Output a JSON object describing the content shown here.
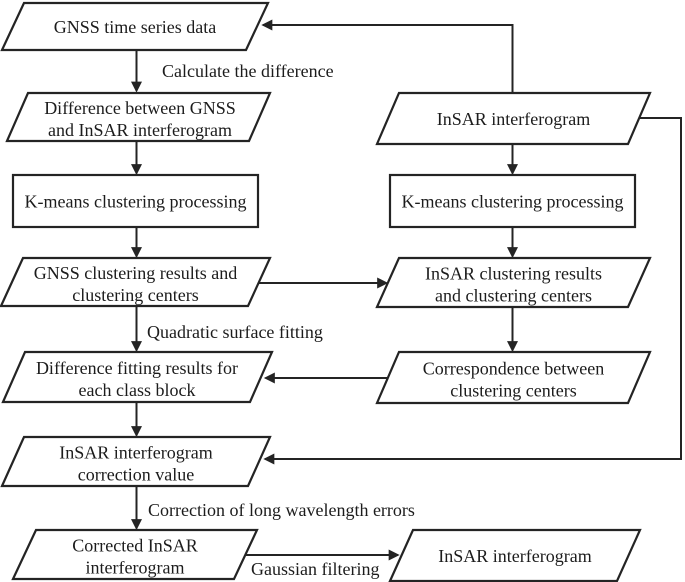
{
  "figure": {
    "background_color": "#ffffff",
    "ink_color": "#242424"
  },
  "nodes": {
    "gnss_time_series_data": {
      "shape": "parallelogram",
      "lines": [
        "GNSS time series data"
      ]
    },
    "difference_gnss_insar": {
      "shape": "parallelogram",
      "lines": [
        "Difference between GNSS",
        "and InSAR interferogram"
      ]
    },
    "kmeans_left": {
      "shape": "rectangle",
      "lines": [
        "K-means clustering processing"
      ]
    },
    "gnss_clustering_results": {
      "shape": "parallelogram",
      "lines": [
        "GNSS clustering results and",
        "clustering centers"
      ]
    },
    "difference_fitting_results": {
      "shape": "parallelogram",
      "lines": [
        "Difference fitting results for",
        "each class block"
      ]
    },
    "insar_correction_value": {
      "shape": "parallelogram",
      "lines": [
        "InSAR interferogram",
        "correction value"
      ]
    },
    "corrected_insar": {
      "shape": "parallelogram",
      "lines": [
        "Corrected InSAR",
        "interferogram"
      ]
    },
    "insar_interferogram_top": {
      "shape": "parallelogram",
      "lines": [
        "InSAR interferogram"
      ]
    },
    "kmeans_right": {
      "shape": "rectangle",
      "lines": [
        "K-means clustering processing"
      ]
    },
    "insar_clustering_results": {
      "shape": "parallelogram",
      "lines": [
        "InSAR clustering results",
        "and clustering centers"
      ]
    },
    "correspondence_centers": {
      "shape": "parallelogram",
      "lines": [
        "Correspondence between",
        "clustering centers"
      ]
    },
    "insar_interferogram_bottom": {
      "shape": "parallelogram",
      "lines": [
        "InSAR interferogram"
      ]
    }
  },
  "edge_labels": {
    "calculate_difference": "Calculate the difference",
    "quadratic_surface_fitting": "Quadratic surface fitting",
    "correction_long_wavelength": "Correction of long wavelength errors",
    "gaussian_filtering": "Gaussian filtering"
  }
}
